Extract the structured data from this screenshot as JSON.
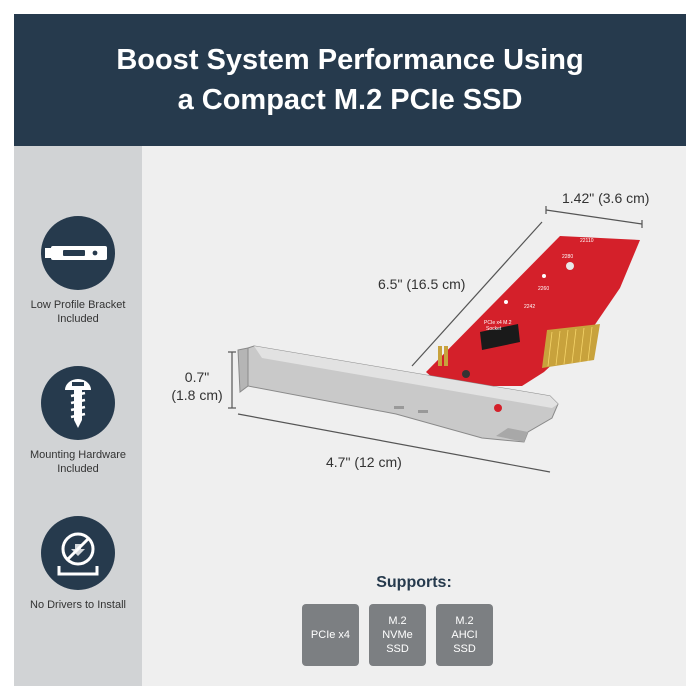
{
  "header": {
    "title_line1": "Boost System Performance Using",
    "title_line2": "a Compact M.2 PCIe SSD"
  },
  "features": [
    {
      "icon": "bracket-icon",
      "label": "Low Profile Bracket\nIncluded"
    },
    {
      "icon": "screw-icon",
      "label": "Mounting Hardware\nIncluded"
    },
    {
      "icon": "no-driver-icon",
      "label": "No Drivers to Install"
    }
  ],
  "dimensions": {
    "width_short": "1.42\" (3.6 cm)",
    "card_length": "6.5\" (16.5 cm)",
    "height_in": "0.7\"",
    "height_cm": "(1.8 cm)",
    "bracket_length": "4.7\" (12 cm)"
  },
  "card_markings": {
    "line1": "PCIe x4 M.2",
    "line2": "Socket",
    "size_2280": "2280",
    "size_2260": "2260",
    "size_2242": "2242",
    "size_22110": "22110"
  },
  "supports": {
    "title": "Supports:",
    "items": [
      "PCIe x4",
      "M.2\nNVMe\nSSD",
      "M.2\nAHCI\nSSD"
    ]
  },
  "colors": {
    "navy": "#263a4d",
    "pcb_red": "#d4202a",
    "sidebar_gray": "#d1d3d5",
    "badge_gray": "#7c7f82"
  }
}
